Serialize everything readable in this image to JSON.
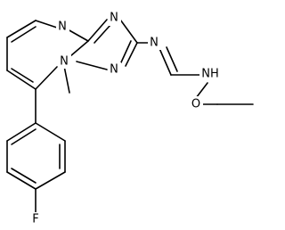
{
  "structure": {
    "atoms": {
      "n_pyrimidine": "N",
      "n_bridge": "N",
      "n_triazole_top": "N",
      "n_triazole_bottom": "N",
      "n_imine": "N",
      "n_amine": "NH",
      "o_methoxy": "O",
      "f_aryl": "F"
    },
    "colors": {
      "bond": "#000000",
      "label": "#000000",
      "background": "#ffffff"
    }
  }
}
